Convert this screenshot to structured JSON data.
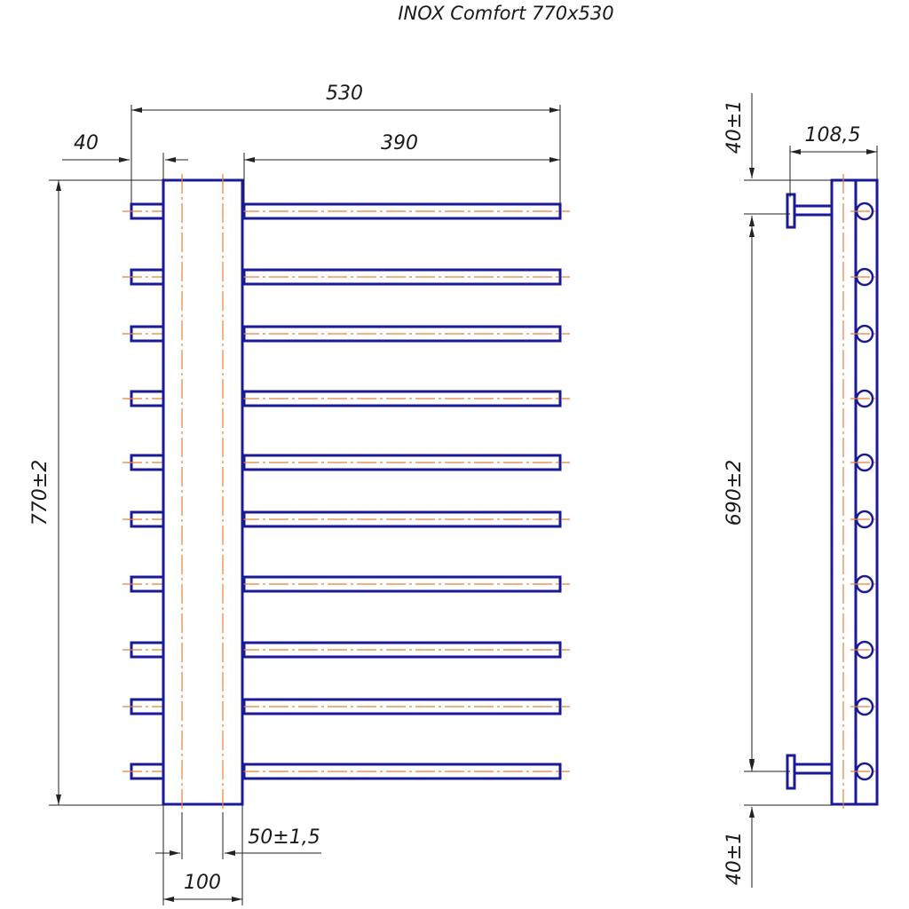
{
  "title": "INOX Comfort 770x530",
  "front_view": {
    "dimensions": {
      "overall_width": "530",
      "offset_left": "40",
      "bar_length_right": "390",
      "overall_height": "770±2",
      "collector_width": "100",
      "axis_offset": "50±1,5"
    },
    "bar_count": 10
  },
  "side_view": {
    "dimensions": {
      "depth": "108,5",
      "top_offset": "40±1",
      "mount_spacing": "690±2",
      "bottom_offset": "40±1"
    }
  },
  "colors": {
    "outline": "#1a1a99",
    "centerline": "#e8803a",
    "dimension": "#222222"
  }
}
